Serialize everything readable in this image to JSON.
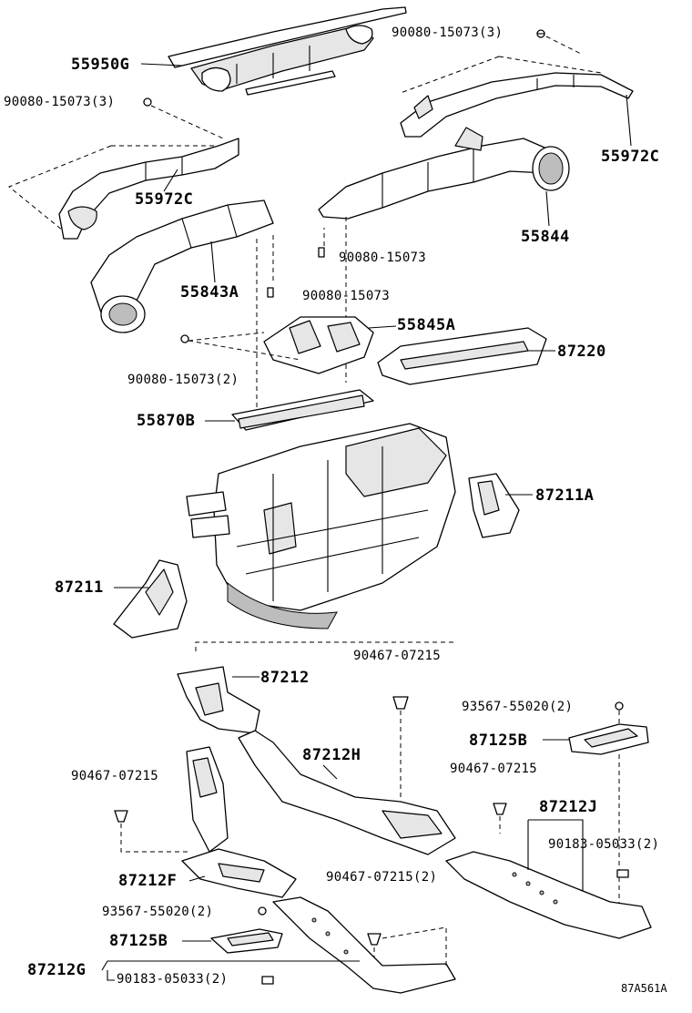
{
  "labels": [
    {
      "id": "p55950g",
      "text": "55950G"
    },
    {
      "id": "p90080_top_r",
      "text": "90080-15073(3)"
    },
    {
      "id": "p90080_top_l",
      "text": "90080-15073(3)"
    },
    {
      "id": "p55972c_r",
      "text": "55972C"
    },
    {
      "id": "p55972c_l",
      "text": "55972C"
    },
    {
      "id": "p55844",
      "text": "55844"
    },
    {
      "id": "p90080_mid_r",
      "text": "90080-15073"
    },
    {
      "id": "p55843a",
      "text": "55843A"
    },
    {
      "id": "p90080_mid_l",
      "text": "90080-15073"
    },
    {
      "id": "p55845a",
      "text": "55845A"
    },
    {
      "id": "p87220",
      "text": "87220"
    },
    {
      "id": "p90080_2",
      "text": "90080-15073(2)"
    },
    {
      "id": "p55870b",
      "text": "55870B"
    },
    {
      "id": "p87211a",
      "text": "87211A"
    },
    {
      "id": "p87211",
      "text": "87211"
    },
    {
      "id": "p90467_a",
      "text": "90467-07215"
    },
    {
      "id": "p87212",
      "text": "87212"
    },
    {
      "id": "p93567_r",
      "text": "93567-55020(2)"
    },
    {
      "id": "p87125b_r",
      "text": "87125B"
    },
    {
      "id": "p87212h",
      "text": "87212H"
    },
    {
      "id": "p90467_l",
      "text": "90467-07215"
    },
    {
      "id": "p90467_r",
      "text": "90467-07215"
    },
    {
      "id": "p87212j",
      "text": "87212J"
    },
    {
      "id": "p90183_r",
      "text": "90183-05033(2)"
    },
    {
      "id": "p87212f",
      "text": "87212F"
    },
    {
      "id": "p90467_2",
      "text": "90467-07215(2)"
    },
    {
      "id": "p93567_l",
      "text": "93567-55020(2)"
    },
    {
      "id": "p87125b_l",
      "text": "87125B"
    },
    {
      "id": "p87212g",
      "text": "87212G"
    },
    {
      "id": "p90183_l",
      "text": "90183-05033(2)"
    }
  ],
  "drawing_ref": "87A561A"
}
